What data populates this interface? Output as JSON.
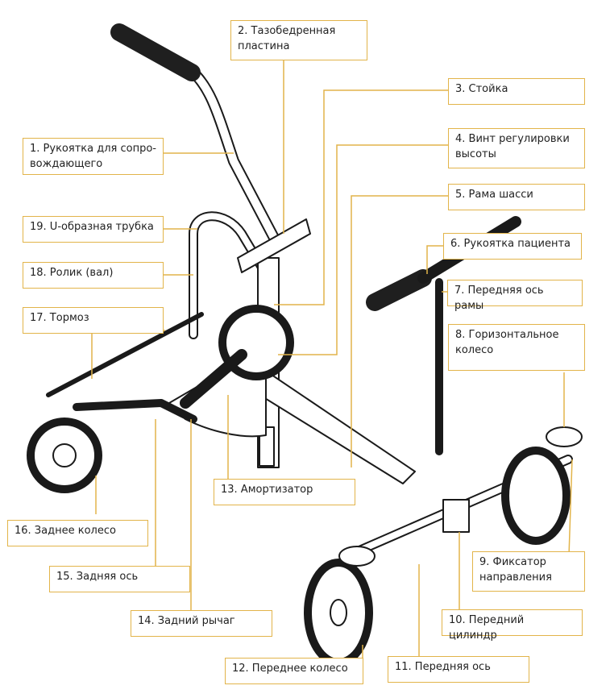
{
  "labels": [
    {
      "id": "1",
      "text": "1. Рукоятка для сопро-\nвождающего"
    },
    {
      "id": "2",
      "text": "2. Тазобедренная\nпластина"
    },
    {
      "id": "3",
      "text": "3. Стойка"
    },
    {
      "id": "4",
      "text": "4. Винт регулировки\nвысоты"
    },
    {
      "id": "5",
      "text": "5. Рама шасси"
    },
    {
      "id": "6",
      "text": "6. Рукоятка пациента"
    },
    {
      "id": "7",
      "text": "7. Передняя ось рамы"
    },
    {
      "id": "8",
      "text": "8. Горизонтальное\nколесо"
    },
    {
      "id": "9",
      "text": "9. Фиксатор\nнаправления"
    },
    {
      "id": "10",
      "text": "10. Передний цилиндр"
    },
    {
      "id": "11",
      "text": "11. Передняя ось"
    },
    {
      "id": "12",
      "text": "12. Переднее колесо"
    },
    {
      "id": "13",
      "text": "13. Амортизатор"
    },
    {
      "id": "14",
      "text": "14. Задний рычаг"
    },
    {
      "id": "15",
      "text": "15. Задняя ось"
    },
    {
      "id": "16",
      "text": "16. Заднее колесо"
    },
    {
      "id": "17",
      "text": "17. Тормоз"
    },
    {
      "id": "18",
      "text": "18. Ролик (вал)"
    },
    {
      "id": "19",
      "text": "19. U-образная трубка"
    }
  ],
  "colors": {
    "leader": "#e2b44a",
    "outline": "#1a1a1a",
    "grip": "#1f1f1f"
  }
}
